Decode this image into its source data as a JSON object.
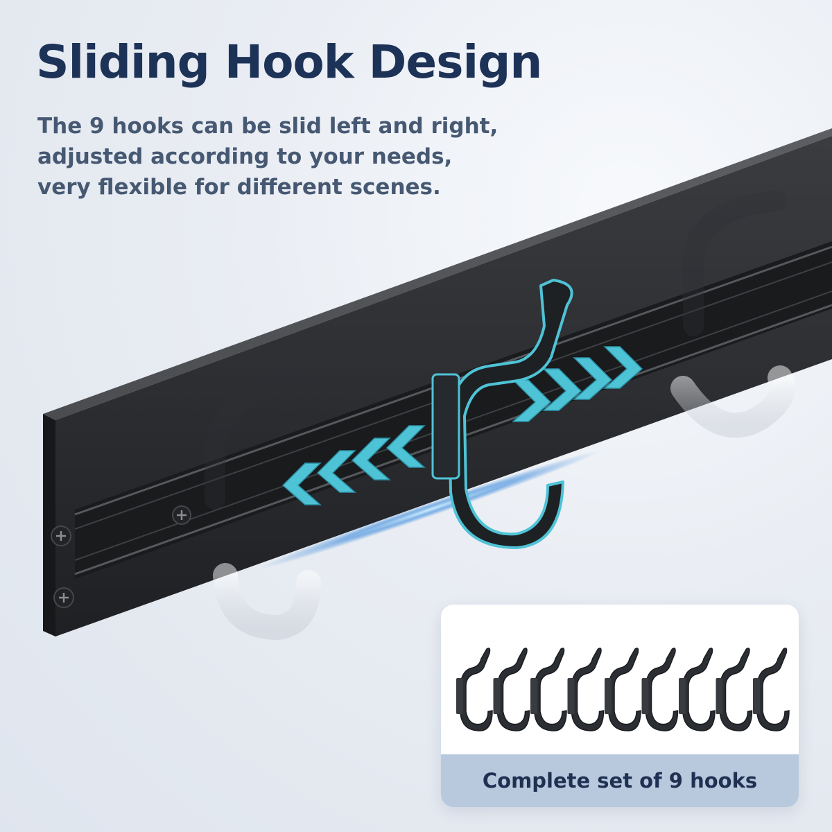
{
  "heading": "Sliding Hook Design",
  "description": {
    "line1": "The 9 hooks can be slid left and right,",
    "line2": "adjusted according to your needs,",
    "line3": "very flexible for different scenes."
  },
  "hook_set": {
    "caption": "Complete set of 9 hooks",
    "hook_count": 9
  },
  "colors": {
    "heading": "#1d3257",
    "body_text": "#465872",
    "rail": "#2b2d31",
    "arrow_accent": "#4fc3d6",
    "caption_band": "#b8c9dd"
  },
  "icons": [
    "screw-icon",
    "left-arrows-icon",
    "right-arrows-icon",
    "hook-icon"
  ]
}
